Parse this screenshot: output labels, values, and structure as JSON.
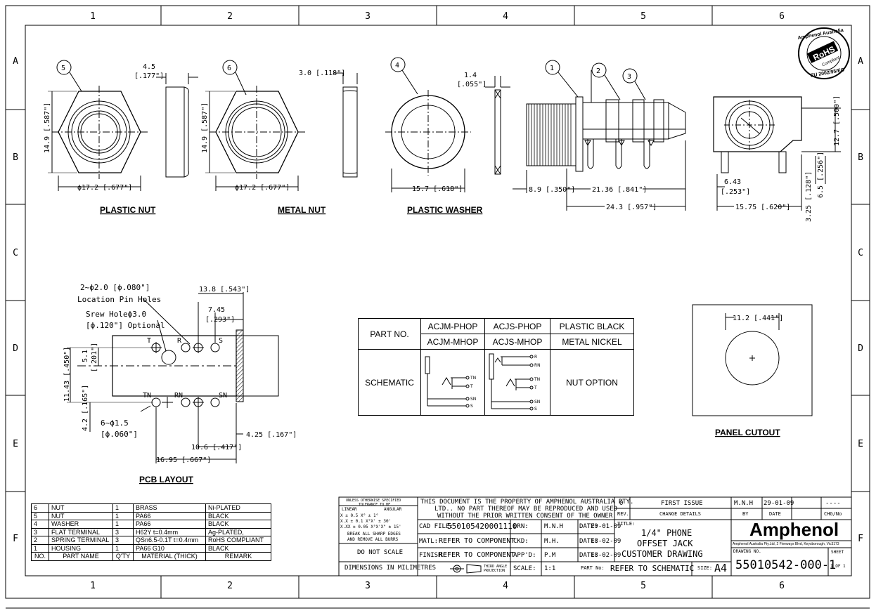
{
  "grid": {
    "columns": [
      "1",
      "2",
      "3",
      "4",
      "5",
      "6"
    ],
    "rows": [
      "A",
      "B",
      "C",
      "D",
      "E",
      "F"
    ]
  },
  "views": {
    "plastic_nut": {
      "title": "PLASTIC NUT",
      "balloon": "5",
      "dim_thickness": "4.5",
      "dim_thickness_in": "[.177\"]",
      "dim_height": "14.9 [.587\"]",
      "dim_dia": "ϕ17.2 [.677\"]"
    },
    "metal_nut": {
      "title": "METAL NUT",
      "balloon": "6",
      "dim_thickness": "3.0 [.118\"]",
      "dim_height": "14.9 [.587\"]",
      "dim_dia": "ϕ17.2 [.677\"]"
    },
    "plastic_washer": {
      "title": "PLASTIC WASHER",
      "balloon": "4",
      "dim_thickness": "1.4",
      "dim_thickness_in": "[.055\"]",
      "dim_dia": "15.7 [.618\"]"
    },
    "jack_side": {
      "balloons": [
        "1",
        "2",
        "3"
      ],
      "dim_thread": "8.9 [.350\"]",
      "dim_body": "21.36 [.841\"]",
      "dim_total": "24.3 [.957\"]"
    },
    "jack_front": {
      "dim_height": "12.7 [.500\"]",
      "dim_pin": "6.43",
      "dim_pin_in": "[.253\"]",
      "dim_width": "15.75 [.620\"]",
      "dim_v1": "3.25 [.128\"]",
      "dim_v2": "6.5 [.256\"]"
    },
    "pcb_layout": {
      "title": "PCB LAYOUT",
      "note1": "2~ϕ2.0 [ϕ.080\"]",
      "note2": "Location Pin Holes",
      "note3": "Srew Holeϕ3.0",
      "note4": "[ϕ.120\"] Optional",
      "note5": "6~ϕ1.5",
      "note6": "[ϕ.060\"]",
      "dim_138": "13.8 [.543\"]",
      "dim_745": "7.45",
      "dim_745_in": "[.293\"]",
      "dim_1143": "11.43 [.450\"]",
      "dim_51": "5.1",
      "dim_51_in": "[.201\"]",
      "dim_42": "4.2 [.165\"]",
      "dim_106": "10.6 [.417\"]",
      "dim_425": "4.25 [.167\"]",
      "dim_1695": "16.95 [.667\"]",
      "pins_top": [
        "T",
        "R",
        "S"
      ],
      "pins_bottom": [
        "TN",
        "RN",
        "SN"
      ]
    },
    "panel_cutout": {
      "title": "PANEL CUTOUT",
      "dim": "11.2 [.441\"]"
    }
  },
  "part_table": {
    "part_no_label": "PART NO.",
    "schematic_label": "SCHEMATIC",
    "col1": [
      "ACJM-PHOP",
      "ACJM-MHOP"
    ],
    "col2": [
      "ACJS-PHOP",
      "ACJS-MHOP"
    ],
    "col3": [
      "PLASTIC BLACK",
      "METAL NICKEL"
    ],
    "nut_option": "NUT OPTION",
    "mono_pins": [
      "TN",
      "T",
      "SN",
      "S"
    ],
    "stereo_pins": [
      "R",
      "RN",
      "TN",
      "T",
      "SN",
      "S"
    ]
  },
  "bom": {
    "header": [
      "NO.",
      "PART NAME",
      "Q'TY",
      "MATERIAL (THICK)",
      "REMARK"
    ],
    "rows": [
      [
        "6",
        "NUT",
        "1",
        "BRASS",
        "Ni-PLATED"
      ],
      [
        "5",
        "NUT",
        "1",
        "PA66",
        "BLACK"
      ],
      [
        "4",
        "WASHER",
        "1",
        "PA66",
        "BLACK"
      ],
      [
        "3",
        "FLAT TERMINAL",
        "3",
        "H62Y      t=0.4mm",
        "Ag-PLATED,"
      ],
      [
        "2",
        "SPRING TERMINAL",
        "3",
        "QSn6.5-0.1T  t=0.4mm",
        "RoHS COMPLIANT"
      ],
      [
        "1",
        "HOUSING",
        "1",
        "PA66 G10",
        "BLACK"
      ]
    ]
  },
  "title_block": {
    "tol_title": "UNLESS OTHERWISE SPECIFIED",
    "tol_sub": "TOLERANCE TO BE",
    "linear": "LINEAR",
    "angular": "ANGULAR",
    "tol_rows": [
      "X ±   0.5   X° ±   1°",
      "X.X ±  0.1   X°X' ±  30'",
      "X.XX ±  0.05  X°X'X\" ±  15'"
    ],
    "break_edges": "BREAK ALL SHARP EDGES",
    "remove_burrs": "AND REMOVE ALL BURRS",
    "do_not_scale": "DO NOT SCALE",
    "dimensions": "DIMENSIONS IN MILIMETRES",
    "property1": "THIS DOCUMENT IS THE PROPERTY OF AMPHENOL AUSTRALIA PTY.",
    "property2": "LTD.. NO PART THEREOF MAY BE REPRODUCED AND USED",
    "property3": "WITHOUT THE PRIOR WRITTEN CONSENT OF THE OWNER",
    "cad_file_label": "CAD FILE:",
    "cad_file": "550105420001110",
    "matl_label": "MATL:",
    "matl": "REFER TO COMPONENT",
    "finish_label": "FINISH:",
    "finish": "REFER TO COMPONENT",
    "projection": "THIRD ANGLE PROJECTION",
    "drn_label": "DRN:",
    "drn": "M.N.H",
    "ckd_label": "CKD:",
    "ckd": "M.H.",
    "appd_label": "APP'D:",
    "appd": "P.M",
    "scale_label": "SCALE:",
    "scale": "1:1",
    "date_label": "DATE:",
    "date_drn": "29-01-09",
    "date_ckd": "18-02-09",
    "date_appd": "18-02-09",
    "rev_num": "0",
    "rev_label": "REV.",
    "first_issue": "FIRST ISSUE",
    "change_details": "CHANGE DETAILS",
    "rev_by": "M.N.H",
    "rev_date": "29-01-09",
    "rev_chg": "----",
    "by_label": "BY",
    "date_col": "DATE",
    "chg_label": "CHG/No",
    "title_label": "TITLE:",
    "title1": "1/4\" PHONE",
    "title2": "OFFSET JACK",
    "title3": "CUSTOMER DRAWING",
    "part_no_label": "PART No:",
    "part_no": "REFER TO SCHEMATIC",
    "size_label": "SIZE:",
    "size": "A4",
    "company": "Amphenol",
    "address": "Amphenol Australia Pty.Ltd, 2 Fiveways Blvd, Keysborough, Vic3173",
    "drawing_no_label": "DRAWING NO.",
    "drawing_no": "55010542-000-1",
    "sheet_label": "SHEET",
    "sheet": "1 OF 1"
  },
  "rohs": {
    "top": "Amphenol Australia",
    "mid": "RoHS",
    "sub": "Compliant",
    "bottom": "EU 2002/95/EC"
  }
}
